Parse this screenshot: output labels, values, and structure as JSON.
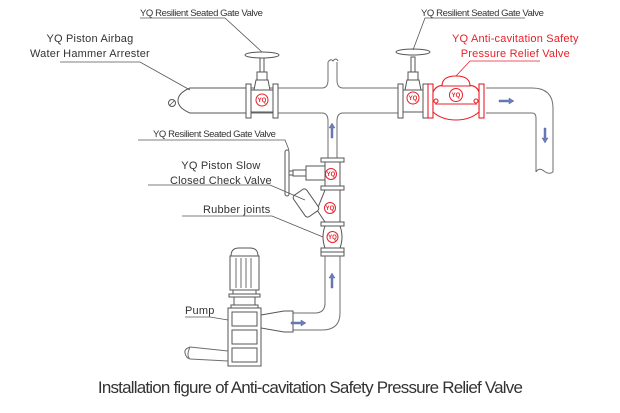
{
  "labels": {
    "gate_valve_top_left": "YQ Resilient Seated Gate Valve",
    "gate_valve_top_right": "YQ Resilient Seated Gate Valve",
    "water_hammer_line1": "YQ Piston Airbag",
    "water_hammer_line2": "Water Hammer Arrester",
    "relief_valve_line1": "YQ Anti-cavitation Safety",
    "relief_valve_line2": "Pressure Relief Valve",
    "gate_valve_middle": "YQ Resilient Seated Gate Valve",
    "check_valve_line1": "YQ Piston Slow",
    "check_valve_line2": "Closed Check Valve",
    "rubber_joints": "Rubber joints",
    "pump": "Pump"
  },
  "logo_text": "YQ",
  "caption": "Installation figure of Anti-cavitation Safety Pressure Relief Valve",
  "colors": {
    "highlight": "#e8202a",
    "line": "#555555",
    "flow_arrow": "#6a7fc0",
    "text": "#333333"
  }
}
